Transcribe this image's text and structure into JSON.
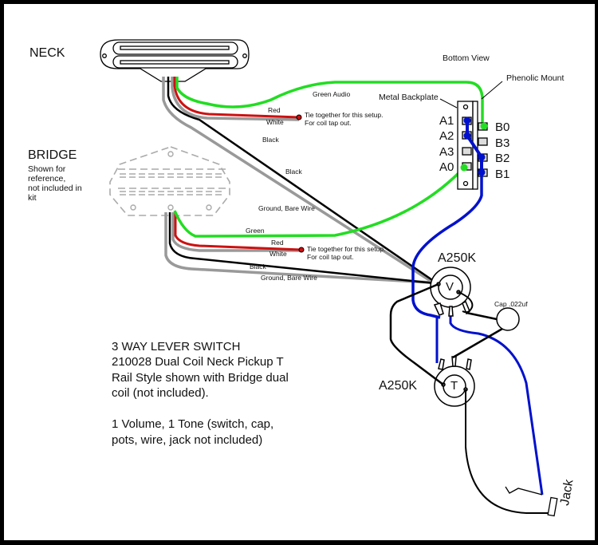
{
  "diagram": {
    "title": "3 WAY LEVER SWITCH",
    "description_lines": [
      "210028 Dual Coil Neck Pickup T",
      "Rail Style shown with Bridge dual",
      "coil (not included).",
      "",
      "1 Volume, 1 Tone (switch, cap,",
      "pots, wire, jack not included)"
    ],
    "pickups": {
      "neck": {
        "label": "NECK"
      },
      "bridge": {
        "label": "BRIDGE",
        "note_lines": [
          "Shown for",
          "reference,",
          "not included in",
          "kit"
        ]
      }
    },
    "switch": {
      "view_label": "Bottom View",
      "mount_label": "Phenolic Mount",
      "backplate_label": "Metal Backplate",
      "left_lugs": [
        "A1",
        "A2",
        "A3",
        "A0"
      ],
      "right_lugs": [
        "B0",
        "B3",
        "B2",
        "B1"
      ]
    },
    "wire_labels": {
      "neck_green": "Green Audio",
      "neck_red": "Red",
      "neck_white": "White",
      "neck_black_1": "Black",
      "neck_black_2": "Black",
      "neck_ground": "Ground, Bare Wire",
      "bridge_green": "Green",
      "bridge_red": "Red",
      "bridge_white": "White",
      "bridge_black": "Black",
      "bridge_ground": "Ground, Bare Wire"
    },
    "tie_notes": {
      "neck": [
        "Tie together for this setup.",
        "For coil tap out."
      ],
      "bridge": [
        "Tie together for this setup.",
        "For coil tap out."
      ]
    },
    "pots": {
      "volume": {
        "value": "A250K",
        "symbol": "V"
      },
      "tone": {
        "value": "A250K",
        "symbol": "T"
      }
    },
    "capacitor": {
      "label": "Cap .022uf"
    },
    "jack": {
      "label": "Jack"
    },
    "colors": {
      "green_wire": "#22dd22",
      "red_wire": "#cc1111",
      "white_wire": "#999999",
      "black_wire": "#000000",
      "blue_wire": "#0011cc",
      "bridge_outline": "#aaaaaa"
    }
  }
}
